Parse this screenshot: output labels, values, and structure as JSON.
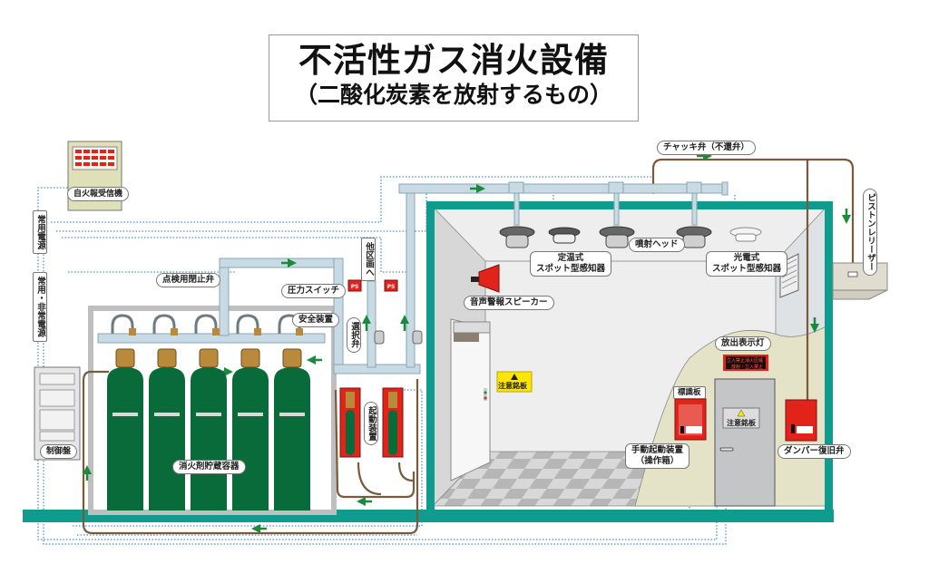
{
  "title": {
    "main": "不活性ガス消火設備",
    "sub": "（二酸化炭素を放射するもの）"
  },
  "labels": {
    "fire_alarm_receiver": "自火報受信機",
    "normal_power": "常用電源",
    "normal_emergency_power": "常用・非常電源",
    "control_panel": "制御盤",
    "inspection_shutoff_valve": "点検用閉止弁",
    "pressure_switch": "圧力スイッチ",
    "to_other_zones": "他区画へ",
    "selector_valve": "選択弁",
    "safety_device": "安全装置",
    "activation_device": "起動装置",
    "agent_storage_container": "消火剤貯蔵容器",
    "check_valve": "チャッキ弁（不還弁）",
    "piston_releaser": "ピストンレリーザー",
    "fixed_temp_detector_line1": "定温式",
    "fixed_temp_detector_line2": "スポット型感知器",
    "discharge_head": "噴射ヘッド",
    "photoelectric_detector_line1": "光電式",
    "photoelectric_detector_line2": "スポット型感知器",
    "voice_alarm_speaker": "音声警報スピーカー",
    "caution_sign": "注意銘板",
    "caution_sign_door": "注意銘板",
    "discharge_indicator_lamp": "放出表示灯",
    "indicator_panel_text1": "立入禁止消火区域",
    "indicator_panel_text2": "放射・立入禁止",
    "sign_plate": "標識板",
    "manual_activation_line1": "手動起動装置",
    "manual_activation_line2": "（操作箱）",
    "damper_reset_valve": "ダンパー復旧弁",
    "pressure_switch_badge": "PS"
  },
  "diagram": {
    "cylinder_count": 5,
    "activation_cylinder_count": 2,
    "ceiling_heads": 3,
    "colors": {
      "teal_wall": "#0f9b8e",
      "pipe_fill": "#c8dbe4",
      "pipe_stroke": "#8aa6b3",
      "cylinder_green": "#0a6b3a",
      "brass": "#b98a3c",
      "copper_line": "#7a5a3a",
      "signal_line": "#4a90d9",
      "red_device": "#e2231a",
      "arrow_green": "#1a8a3c",
      "floor_beige": "#e4e3c8",
      "room_wall": "#eeeeee"
    }
  }
}
